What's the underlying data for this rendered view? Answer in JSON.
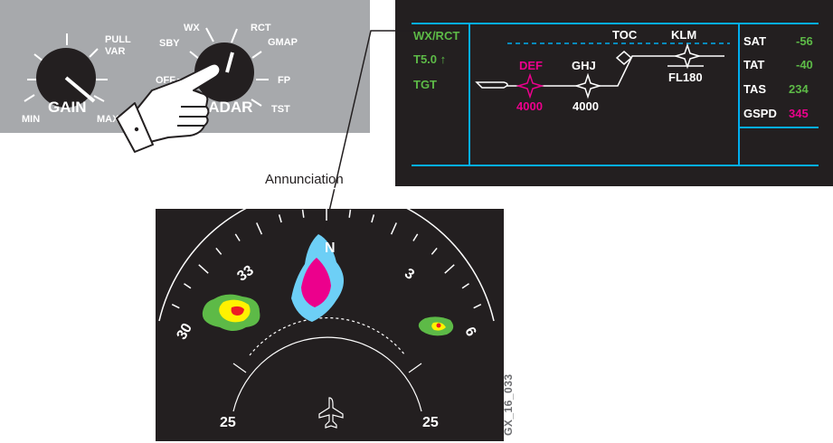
{
  "control_panel": {
    "gain_knob": {
      "label": "GAIN",
      "positions": {
        "min": "MIN",
        "max": "MAX",
        "pull_var": [
          "PULL",
          "VAR"
        ]
      }
    },
    "radar_knob": {
      "label": "RADAR",
      "positions": {
        "off": "OFF",
        "sby": "SBY",
        "wx": "WX",
        "rct": "RCT",
        "gmap": "GMAP",
        "fp": "FP",
        "tst": "TST"
      }
    }
  },
  "callout": {
    "label": "Annunciation"
  },
  "mfd": {
    "annunciations": {
      "mode": "WX/RCT",
      "tilt": "T5.0 ↑",
      "target": "TGT"
    },
    "waypoints": {
      "toc": "TOC",
      "klm": "KLM",
      "def": "DEF",
      "ghj": "GHJ",
      "flight_level": "FL180",
      "def_altitude": "4000",
      "ghj_altitude": "4000"
    },
    "data_block": [
      {
        "label": "SAT",
        "value": "-56",
        "color": "#5dba47"
      },
      {
        "label": "TAT",
        "value": "-40",
        "color": "#5dba47"
      },
      {
        "label": "TAS",
        "value": "234",
        "color": "#5dba47"
      },
      {
        "label": "GSPD",
        "value": "345",
        "color": "#ec008c"
      }
    ]
  },
  "radar_display": {
    "heading_labels": {
      "north": "N",
      "h33": "33",
      "h3": "3",
      "h30": "30",
      "h6": "6"
    },
    "range_labels": {
      "left": "25",
      "right": "25"
    }
  },
  "figure_id": "GX_16_033",
  "colors": {
    "panel_gray": "#a7a9ac",
    "display_black": "#231f20",
    "cyan": "#00aeef",
    "green": "#5dba47",
    "magenta": "#ec008c",
    "yellow": "#fff200",
    "red": "#ed1c24"
  },
  "icons": [
    "pointing-hand-icon",
    "aircraft-icon",
    "toc-diamond-icon",
    "waypoint-star-icon"
  ]
}
